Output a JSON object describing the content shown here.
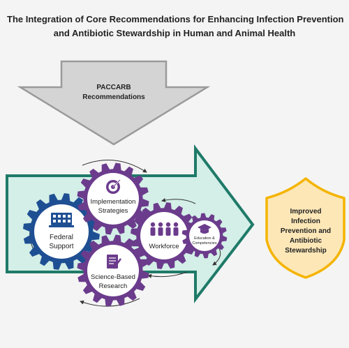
{
  "title": {
    "line1": "The Integration of Core Recommendations for Enhancing Infection Prevention",
    "line2": "and Antibiotic Stewardship in Human and Animal Health"
  },
  "input_arrow": {
    "line1": "PACCARB",
    "line2": "Recommendations"
  },
  "gears": {
    "implementation": {
      "line1": "Implementation",
      "line2": "Strategies",
      "icon": "target-icon"
    },
    "federal": {
      "line1": "Federal",
      "line2": "Support",
      "icon": "building-icon"
    },
    "workforce": {
      "line1": "Workforce",
      "icon": "people-icon"
    },
    "education": {
      "line1": "Education &",
      "line2": "Competencies",
      "icon": "graduation-cap-icon"
    },
    "research": {
      "line1": "Science-Based",
      "line2": "Research",
      "icon": "document-pen-icon"
    }
  },
  "outcome": {
    "line1": "Improved",
    "line2": "Infection",
    "line3": "Prevention and",
    "line4": "Antibiotic",
    "line5": "Stewardship"
  },
  "colors": {
    "input_arrow_fill": "#d4d4d4",
    "input_arrow_stroke": "#9a9a9a",
    "main_arrow_fill": "#d3efe7",
    "main_arrow_stroke": "#1f7a68",
    "gear_purple": "#6b3b8c",
    "gear_blue": "#1f4f93",
    "shield_fill": "#fde7b7",
    "shield_stroke": "#f4b400"
  }
}
